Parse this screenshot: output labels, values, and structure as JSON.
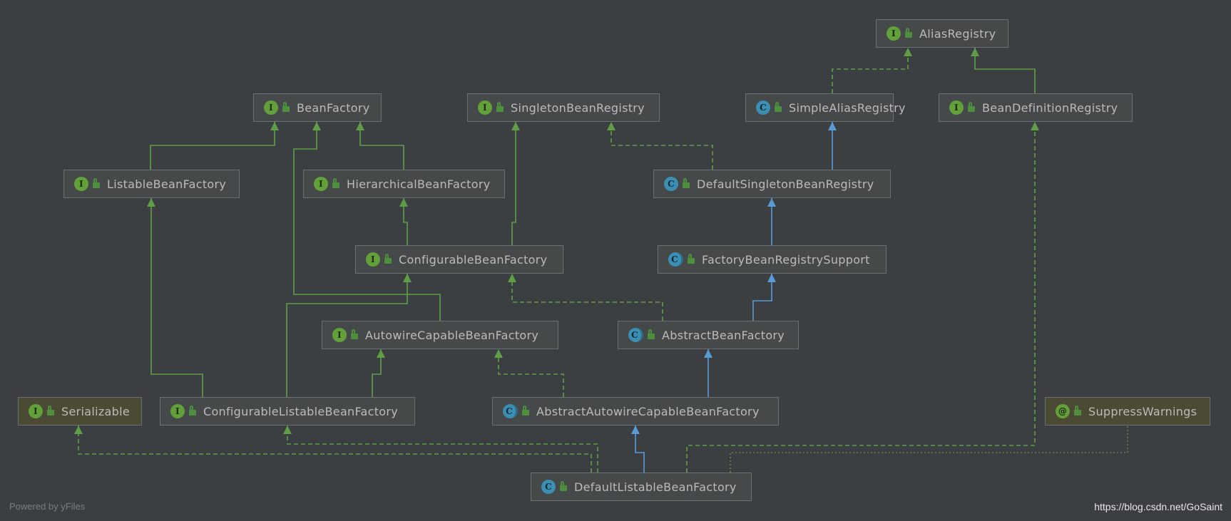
{
  "diagram": {
    "nodes": [
      {
        "id": "AliasRegistry",
        "label": "AliasRegistry",
        "kind": "I"
      },
      {
        "id": "BeanFactory",
        "label": "BeanFactory",
        "kind": "I"
      },
      {
        "id": "SingletonBeanRegistry",
        "label": "SingletonBeanRegistry",
        "kind": "I"
      },
      {
        "id": "SimpleAliasRegistry",
        "label": "SimpleAliasRegistry",
        "kind": "C"
      },
      {
        "id": "BeanDefinitionRegistry",
        "label": "BeanDefinitionRegistry",
        "kind": "I"
      },
      {
        "id": "ListableBeanFactory",
        "label": "ListableBeanFactory",
        "kind": "I"
      },
      {
        "id": "HierarchicalBeanFactory",
        "label": "HierarchicalBeanFactory",
        "kind": "I"
      },
      {
        "id": "DefaultSingletonBeanRegistry",
        "label": "DefaultSingletonBeanRegistry",
        "kind": "C"
      },
      {
        "id": "ConfigurableBeanFactory",
        "label": "ConfigurableBeanFactory",
        "kind": "I"
      },
      {
        "id": "FactoryBeanRegistrySupport",
        "label": "FactoryBeanRegistrySupport",
        "kind": "C"
      },
      {
        "id": "AutowireCapableBeanFactory",
        "label": "AutowireCapableBeanFactory",
        "kind": "I"
      },
      {
        "id": "AbstractBeanFactory",
        "label": "AbstractBeanFactory",
        "kind": "C"
      },
      {
        "id": "Serializable",
        "label": "Serializable",
        "kind": "I"
      },
      {
        "id": "ConfigurableListableBeanFactory",
        "label": "ConfigurableListableBeanFactory",
        "kind": "I"
      },
      {
        "id": "AbstractAutowireCapableBeanFactory",
        "label": "AbstractAutowireCapableBeanFactory",
        "kind": "C"
      },
      {
        "id": "SuppressWarnings",
        "label": "SuppressWarnings",
        "kind": "@"
      },
      {
        "id": "DefaultListableBeanFactory",
        "label": "DefaultListableBeanFactory",
        "kind": "C"
      }
    ],
    "edges": [
      {
        "from": "SimpleAliasRegistry",
        "to": "AliasRegistry",
        "type": "implements"
      },
      {
        "from": "BeanDefinitionRegistry",
        "to": "AliasRegistry",
        "type": "extends-interface"
      },
      {
        "from": "ListableBeanFactory",
        "to": "BeanFactory",
        "type": "extends-interface"
      },
      {
        "from": "HierarchicalBeanFactory",
        "to": "BeanFactory",
        "type": "extends-interface"
      },
      {
        "from": "AutowireCapableBeanFactory",
        "to": "BeanFactory",
        "type": "extends-interface"
      },
      {
        "from": "DefaultSingletonBeanRegistry",
        "to": "SingletonBeanRegistry",
        "type": "implements"
      },
      {
        "from": "DefaultSingletonBeanRegistry",
        "to": "SimpleAliasRegistry",
        "type": "extends-class"
      },
      {
        "from": "ConfigurableBeanFactory",
        "to": "HierarchicalBeanFactory",
        "type": "extends-interface"
      },
      {
        "from": "ConfigurableBeanFactory",
        "to": "SingletonBeanRegistry",
        "type": "extends-interface"
      },
      {
        "from": "FactoryBeanRegistrySupport",
        "to": "DefaultSingletonBeanRegistry",
        "type": "extends-class"
      },
      {
        "from": "AbstractBeanFactory",
        "to": "FactoryBeanRegistrySupport",
        "type": "extends-class"
      },
      {
        "from": "AbstractBeanFactory",
        "to": "ConfigurableBeanFactory",
        "type": "implements"
      },
      {
        "from": "ConfigurableListableBeanFactory",
        "to": "ListableBeanFactory",
        "type": "extends-interface"
      },
      {
        "from": "ConfigurableListableBeanFactory",
        "to": "ConfigurableBeanFactory",
        "type": "extends-interface"
      },
      {
        "from": "ConfigurableListableBeanFactory",
        "to": "AutowireCapableBeanFactory",
        "type": "extends-interface"
      },
      {
        "from": "AbstractAutowireCapableBeanFactory",
        "to": "AbstractBeanFactory",
        "type": "extends-class"
      },
      {
        "from": "AbstractAutowireCapableBeanFactory",
        "to": "AutowireCapableBeanFactory",
        "type": "implements"
      },
      {
        "from": "DefaultListableBeanFactory",
        "to": "AbstractAutowireCapableBeanFactory",
        "type": "extends-class"
      },
      {
        "from": "DefaultListableBeanFactory",
        "to": "Serializable",
        "type": "implements"
      },
      {
        "from": "DefaultListableBeanFactory",
        "to": "ConfigurableListableBeanFactory",
        "type": "implements"
      },
      {
        "from": "DefaultListableBeanFactory",
        "to": "BeanDefinitionRegistry",
        "type": "implements"
      },
      {
        "from": "DefaultListableBeanFactory",
        "to": "SuppressWarnings",
        "type": "annotation"
      }
    ]
  },
  "colors": {
    "background": "#3c3f41",
    "interface_edge": "#5f9e47",
    "class_edge": "#5b9bd5",
    "annotation_edge": "#6e7a4e"
  },
  "footer": {
    "powered_by": "Powered by yFiles",
    "credit": "https://blog.csdn.net/GoSaint"
  }
}
